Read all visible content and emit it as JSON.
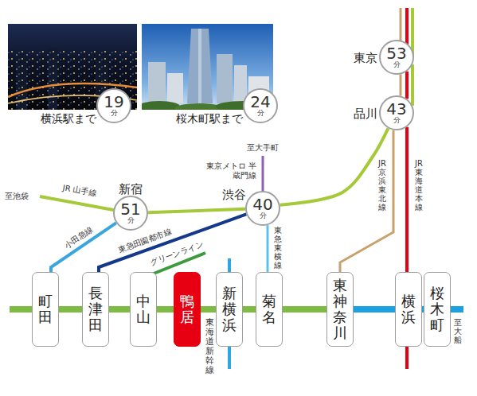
{
  "diagram": {
    "nodes": [
      {
        "text": [
          "横浜駅まで",
          "19",
          "分"
        ]
      },
      {
        "text": [
          "桜木町駅まで",
          "24",
          "分"
        ]
      },
      {
        "text": [
          "東京",
          "53",
          "分"
        ]
      },
      {
        "text": [
          "品川",
          "43",
          "分"
        ]
      },
      {
        "text": [
          "新宿",
          "51",
          "分"
        ]
      },
      {
        "text": [
          "渋谷",
          "40",
          "分"
        ]
      },
      {
        "text": [
          "町田"
        ]
      },
      {
        "text": [
          "長津田"
        ]
      },
      {
        "text": [
          "中山"
        ]
      },
      {
        "text": [
          "鴨居"
        ]
      },
      {
        "text": [
          "新横浜"
        ]
      },
      {
        "text": [
          "菊名"
        ]
      },
      {
        "text": [
          "東神奈川"
        ]
      },
      {
        "text": [
          "横浜"
        ]
      },
      {
        "text": [
          "桜木町"
        ]
      }
    ],
    "edges": [
      {
        "from": 4,
        "to": 5,
        "arrow": "none"
      },
      {
        "from": 5,
        "to": 3,
        "arrow": "none"
      },
      {
        "from": 3,
        "to": 2,
        "arrow": "none"
      },
      {
        "from": 3,
        "to": 2,
        "arrow": "none"
      },
      {
        "from": 3,
        "to": 2,
        "arrow": "none"
      },
      {
        "from": 6,
        "to": 4,
        "label": "小田急線",
        "arrow": "none"
      },
      {
        "from": 7,
        "to": 5,
        "label": "東急田園都市線",
        "arrow": "none"
      },
      {
        "from": 5,
        "to": 11,
        "label": "東急東横線",
        "arrow": "none"
      },
      {
        "from": 3,
        "to": 12,
        "label": "JR京浜東北線",
        "arrow": "none"
      },
      {
        "from": 3,
        "to": 13,
        "label": "JR東海道本線",
        "arrow": "none"
      },
      {
        "from": 6,
        "to": 7,
        "arrow": "none"
      },
      {
        "from": 7,
        "to": 8,
        "arrow": "none"
      },
      {
        "from": 8,
        "to": 9,
        "arrow": "none"
      },
      {
        "from": 9,
        "to": 10,
        "arrow": "none"
      },
      {
        "from": 10,
        "to": 11,
        "arrow": "none"
      },
      {
        "from": 11,
        "to": 12,
        "arrow": "none"
      },
      {
        "from": 12,
        "to": 13,
        "arrow": "none"
      },
      {
        "from": 13,
        "to": 14,
        "arrow": "none"
      }
    ],
    "labels": [
      "至池袋",
      "JR 山手線",
      "グリーンライン",
      "至大手町",
      "東京メトロ 半蔵門線",
      "東海道新幹線",
      "至大船"
    ]
  }
}
